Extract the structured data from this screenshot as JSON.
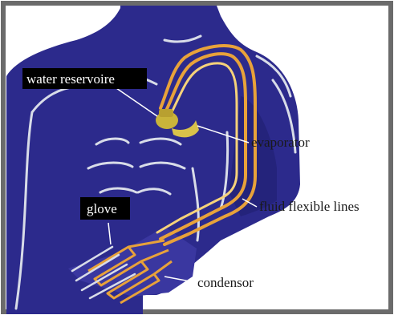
{
  "labels": {
    "water_reservoire": "water reservoire",
    "evaporator": "evaporator",
    "fluid_flexible_lines": "fluid flexible lines",
    "glove": "glove",
    "condensor": "condensor"
  },
  "colors": {
    "frame": "#6b6b6b",
    "body": "#2c2a8c",
    "body_shadow": "#1f1d6e",
    "contour": "#d8dce8",
    "tube": "#e8a23a",
    "tube_highlight": "#f6d27a",
    "reservoir": "#c9b43a",
    "label_box": "#000000",
    "pointer": "#ffffff"
  }
}
